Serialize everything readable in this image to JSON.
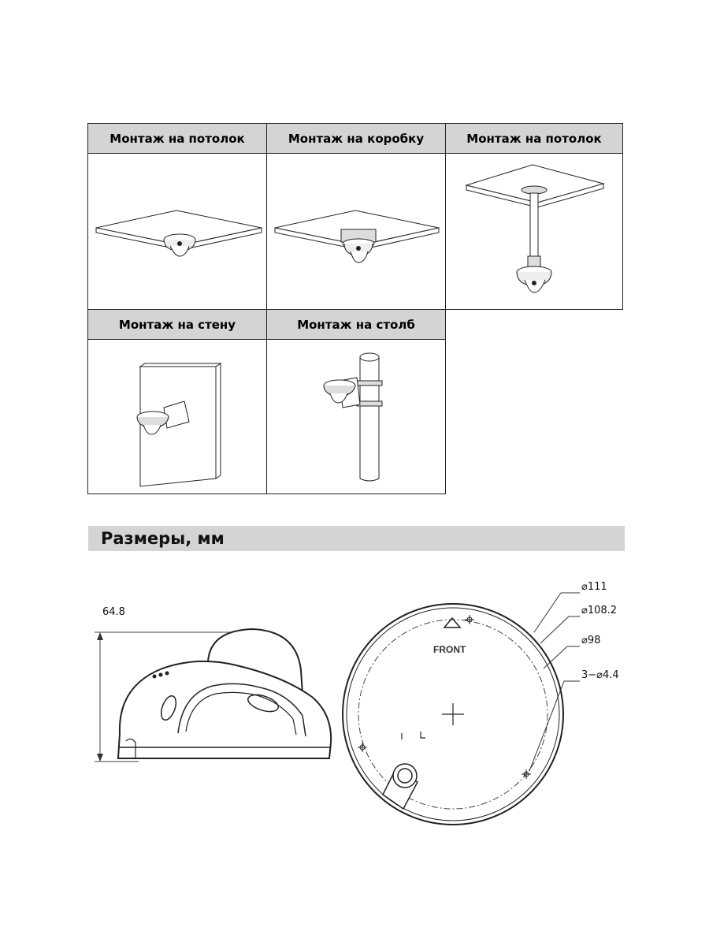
{
  "mounting": {
    "cells": [
      {
        "label": "Монтаж на потолок"
      },
      {
        "label": "Монтаж на коробку"
      },
      {
        "label": "Монтаж на потолок"
      },
      {
        "label": "Монтаж на стену"
      },
      {
        "label": "Монтаж на столб"
      }
    ]
  },
  "dimensions": {
    "title": "Размеры, мм",
    "height_label": "64.8",
    "diam_outer": "⌀111",
    "diam_mid": "⌀108.2",
    "diam_inner": "⌀98",
    "holes": "3−⌀4.4",
    "front_label": "FRONT"
  }
}
